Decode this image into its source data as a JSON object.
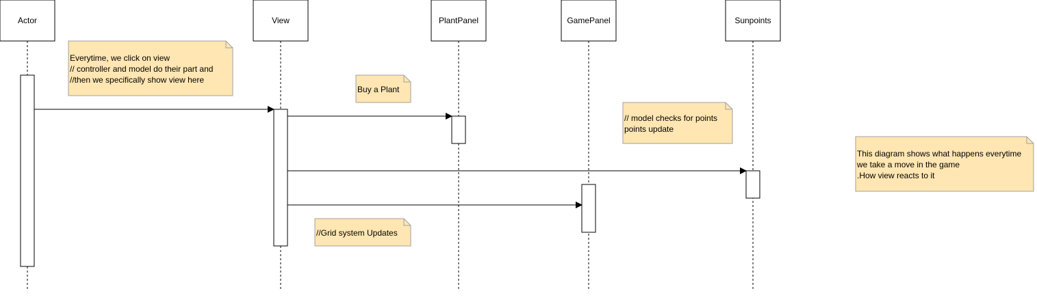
{
  "participants": [
    {
      "id": "actor",
      "label": "Actor"
    },
    {
      "id": "view",
      "label": "View"
    },
    {
      "id": "plantpanel",
      "label": "PlantPanel"
    },
    {
      "id": "gamepanel",
      "label": "GamePanel"
    },
    {
      "id": "sunpoints",
      "label": "Sunpoints"
    }
  ],
  "notes": [
    {
      "id": "note-click",
      "lines": [
        "Everytime, we click on view",
        "// controller and model do their part and",
        "//then we specifically show view here"
      ]
    },
    {
      "id": "note-buy",
      "lines": [
        "Buy a Plant"
      ]
    },
    {
      "id": "note-points",
      "lines": [
        "// model checks for points",
        "points update"
      ]
    },
    {
      "id": "note-diagram",
      "lines": [
        "This diagram shows what happens everytime",
        "we take a move in the game",
        ".How view reacts to it"
      ]
    },
    {
      "id": "note-grid",
      "lines": [
        "//Grid system Updates"
      ]
    }
  ],
  "messages": [
    {
      "from": "actor",
      "to": "view"
    },
    {
      "from": "view",
      "to": "plantpanel"
    },
    {
      "from": "view",
      "to": "sunpoints"
    },
    {
      "from": "view",
      "to": "gamepanel"
    }
  ],
  "colors": {
    "note_fill": "#ffe6b2",
    "note_stroke": "#a0a0a0",
    "line": "#000000",
    "box_fill": "#ffffff"
  }
}
